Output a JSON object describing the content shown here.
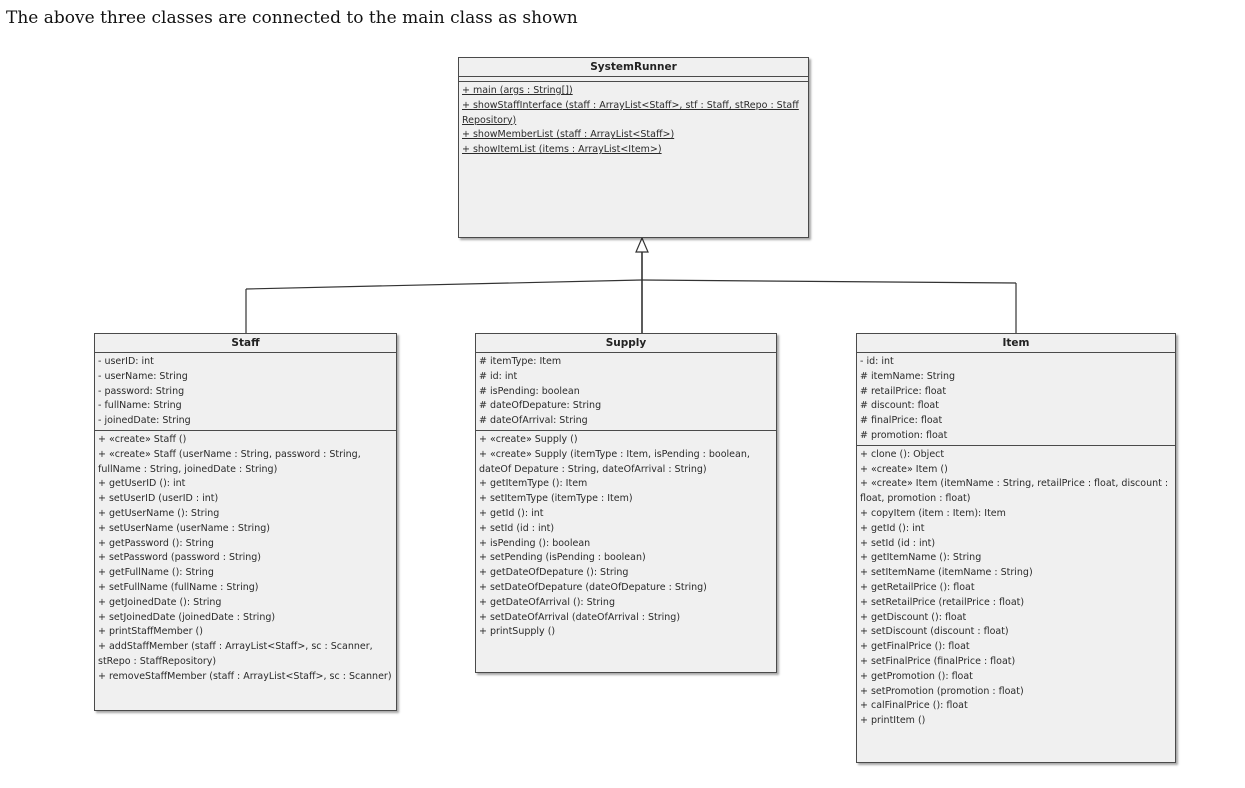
{
  "caption": "The above three classes are connected to the main class as shown",
  "classes": {
    "system_runner": {
      "name": "SystemRunner",
      "attributes": [],
      "operations": [
        "+ main (args : String[])",
        "+ showStaffInterface (staff : ArrayList<Staff>, stf : Staff, stRepo : Staff Repository)",
        "+ showMemberList (staff : ArrayList<Staff>)",
        "+ showItemList (items : ArrayList<Item>)"
      ]
    },
    "staff": {
      "name": "Staff",
      "attributes": [
        "- userID: int",
        "- userName: String",
        "- password: String",
        "- fullName: String",
        "- joinedDate: String"
      ],
      "operations": [
        "+ «create» Staff ()",
        "+ «create» Staff (userName : String, password : String, fullName : String, joinedDate : String)",
        "+ getUserID (): int",
        "+ setUserID (userID : int)",
        "+ getUserName (): String",
        "+ setUserName (userName : String)",
        "+ getPassword (): String",
        "+ setPassword (password : String)",
        "+ getFullName (): String",
        "+ setFullName (fullName : String)",
        "+ getJoinedDate (): String",
        "+ setJoinedDate (joinedDate : String)",
        "+ printStaffMember ()",
        "+ addStaffMember (staff : ArrayList<Staff>, sc : Scanner, stRepo : StaffRepository)",
        "+ removeStaffMember (staff : ArrayList<Staff>, sc : Scanner)"
      ]
    },
    "supply": {
      "name": "Supply",
      "attributes": [
        "# itemType: Item",
        "# id: int",
        "# isPending: boolean",
        "# dateOfDepature: String",
        "# dateOfArrival: String"
      ],
      "operations": [
        "+ «create» Supply ()",
        "+ «create» Supply (itemType : Item, isPending : boolean, dateOf Depature : String, dateOfArrival : String)",
        "+ getItemType (): Item",
        "+ setItemType (itemType : Item)",
        "+ getId (): int",
        "+ setId (id : int)",
        "+ isPending (): boolean",
        "+ setPending (isPending : boolean)",
        "+ getDateOfDepature (): String",
        "+ setDateOfDepature (dateOfDepature : String)",
        "+ getDateOfArrival (): String",
        "+ setDateOfArrival (dateOfArrival : String)",
        "+ printSupply ()"
      ]
    },
    "item": {
      "name": "Item",
      "attributes": [
        "- id: int",
        "# itemName: String",
        "# retailPrice: float",
        "# discount: float",
        "# finalPrice: float",
        "# promotion: float"
      ],
      "operations": [
        "+ clone (): Object",
        "+ «create» Item ()",
        "+ «create» Item (itemName : String, retailPrice : float, discount : float, promotion : float)",
        "+ copyItem (item : Item): Item",
        "+ getId (): int",
        "+ setId (id : int)",
        "+ getItemName (): String",
        "+ setItemName (itemName : String)",
        "+ getRetailPrice (): float",
        "+ setRetailPrice (retailPrice : float)",
        "+ getDiscount (): float",
        "+ setDiscount (discount : float)",
        "+ getFinalPrice (): float",
        "+ setFinalPrice (finalPrice : float)",
        "+ getPromotion (): float",
        "+ setPromotion (promotion : float)",
        "+ calFinalPrice (): float",
        "+ printItem ()"
      ]
    }
  },
  "colors": {
    "box_fill": "#f0f0f0",
    "box_border": "#4a4a4a",
    "line": "#333333"
  }
}
